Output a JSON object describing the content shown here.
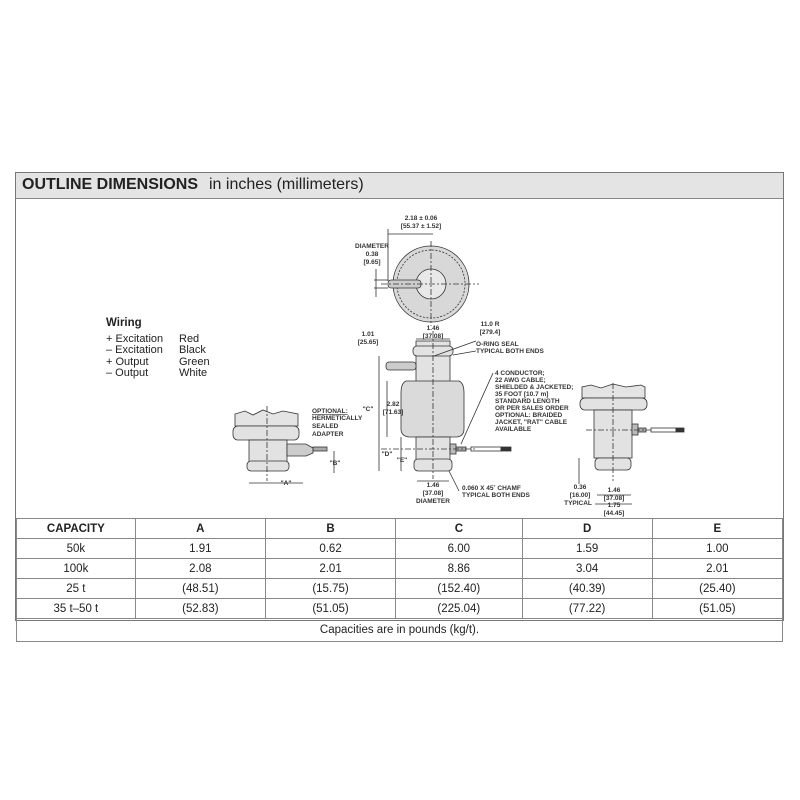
{
  "header": {
    "title_bold": "OUTLINE DIMENSIONS",
    "title_rest": "in inches (millimeters)"
  },
  "wiring": {
    "title": "Wiring",
    "rows": [
      {
        "signal": "+ Excitation",
        "color": "Red"
      },
      {
        "signal": "– Excitation",
        "color": "Black"
      },
      {
        "signal": "+ Output",
        "color": "Green"
      },
      {
        "signal": "– Output",
        "color": "White"
      }
    ]
  },
  "drawing": {
    "top_width": "2.18 ± 0.06",
    "top_width_mm": "[55.37 ± 1.52]",
    "stud_label": "DIAMETER",
    "stud_dia": "0.38",
    "stud_dia_mm": "[9.65]",
    "neck": "1.46",
    "neck_mm": "[37.08]",
    "radius": "11.0 R",
    "radius_mm": "[279.4]",
    "oring_1": "O-RING SEAL",
    "oring_2": "TYPICAL BOTH ENDS",
    "stud_off": "1.01",
    "stud_off_mm": "[25.65]",
    "c": "\"C\"",
    "height": "2.82",
    "height_mm": "[71.63]",
    "cable": [
      "4 CONDUCTOR;",
      "22 AWG CABLE;",
      "SHIELDED & JACKETED;",
      "35 FOOT [10.7 m]",
      "STANDARD LENGTH",
      "OR PER SALES ORDER",
      "OPTIONAL: BRAIDED",
      "JACKET, \"RAT\" CABLE",
      "AVAILABLE"
    ],
    "d": "\"D\"",
    "e": "\"E\"",
    "bottom_dia": "1.46",
    "bottom_dia_mm": "[37.08]",
    "bottom_dia_label": "DIAMETER",
    "chamf_1": "0.060 X 45˚ CHAMF",
    "chamf_2": "TYPICAL BOTH ENDS",
    "opt_1": "OPTIONAL:",
    "opt_2": "HERMETICALLY",
    "opt_3": "SEALED",
    "opt_4": "ADAPTER",
    "a": "\"A\"",
    "b": "\"B\"",
    "r_typ": "0.36",
    "r_typ_mm": "[16.00]",
    "r_typ_label": "TYPICAL",
    "r_neck": "1.46",
    "r_neck_mm": "[37.08]",
    "r_dia": "1.75",
    "r_dia_mm": "[44.45]"
  },
  "table": {
    "headers": [
      "CAPACITY",
      "A",
      "B",
      "C",
      "D",
      "E"
    ],
    "rows": [
      [
        "50k",
        "1.91",
        "0.62",
        "6.00",
        "1.59",
        "1.00"
      ],
      [
        "100k",
        "2.08",
        "2.01",
        "8.86",
        "3.04",
        "2.01"
      ],
      [
        "25 t",
        "(48.51)",
        "(15.75)",
        "(152.40)",
        "(40.39)",
        "(25.40)"
      ],
      [
        "35 t–50 t",
        "(52.83)",
        "(51.05)",
        "(225.04)",
        "(77.22)",
        "(51.05)"
      ]
    ],
    "note": "Capacities are in pounds (kg/t)."
  }
}
